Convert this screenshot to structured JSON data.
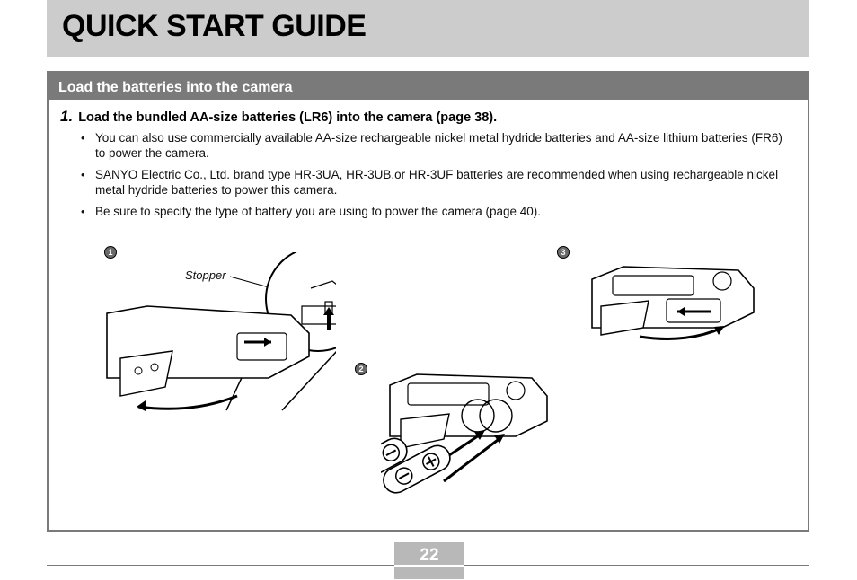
{
  "header": {
    "title": "QUICK START GUIDE"
  },
  "section": {
    "title": "Load the batteries into the camera",
    "step": {
      "number": "1.",
      "text": "Load the bundled AA-size batteries (LR6) into the camera (page 38)."
    },
    "bullets": [
      "You can also use commercially available AA-size rechargeable nickel metal hydride batteries and AA-size lithium batteries (FR6) to power the camera.",
      "SANYO Electric Co., Ltd. brand type HR-3UA, HR-3UB,or HR-3UF batteries are recommended when using rechargeable nickel metal hydride batteries to power this camera.",
      "Be sure to specify the type of battery you are using to power the camera (page 40)."
    ],
    "figure": {
      "markers": [
        "1",
        "2",
        "3"
      ],
      "stopper_label": "Stopper"
    }
  },
  "footer": {
    "page_number": "22"
  }
}
